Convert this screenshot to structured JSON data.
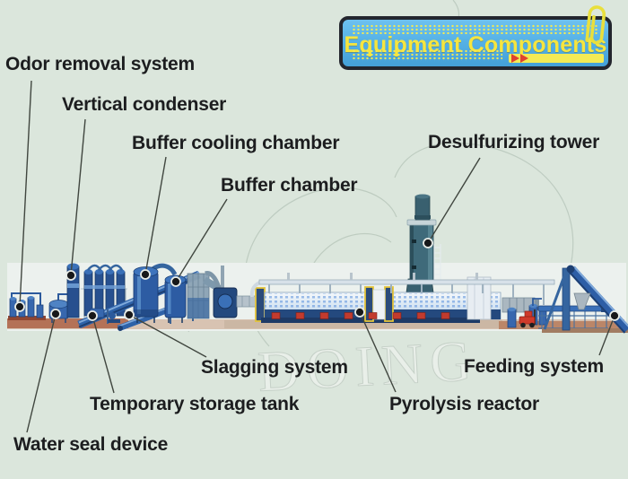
{
  "banner": {
    "title": "Equipment Components"
  },
  "callouts": [
    {
      "id": "odor-removal-system",
      "text": "Odor removal system"
    },
    {
      "id": "vertical-condenser",
      "text": "Vertical condenser"
    },
    {
      "id": "buffer-cooling-chamber",
      "text": "Buffer cooling chamber"
    },
    {
      "id": "buffer-chamber",
      "text": "Buffer chamber"
    },
    {
      "id": "desulfurizing-tower",
      "text": "Desulfurizing tower"
    },
    {
      "id": "slagging-system",
      "text": "Slagging system"
    },
    {
      "id": "temporary-storage-tank",
      "text": "Temporary storage tank"
    },
    {
      "id": "water-seal-device",
      "text": "Water seal device"
    },
    {
      "id": "pyrolysis-reactor",
      "text": "Pyrolysis reactor"
    },
    {
      "id": "feeding-system",
      "text": "Feeding system"
    }
  ],
  "watermark": "DOING",
  "colors": {
    "background": "#dbe6dc",
    "label_ink": "#1c1d1f",
    "banner_fill": "#56b2e6",
    "banner_border": "#23262e",
    "banner_text": "#f6e53e",
    "accent_yellow": "#f3ea55",
    "arrow_red": "#e0432f",
    "leader_line": "#40463f"
  }
}
